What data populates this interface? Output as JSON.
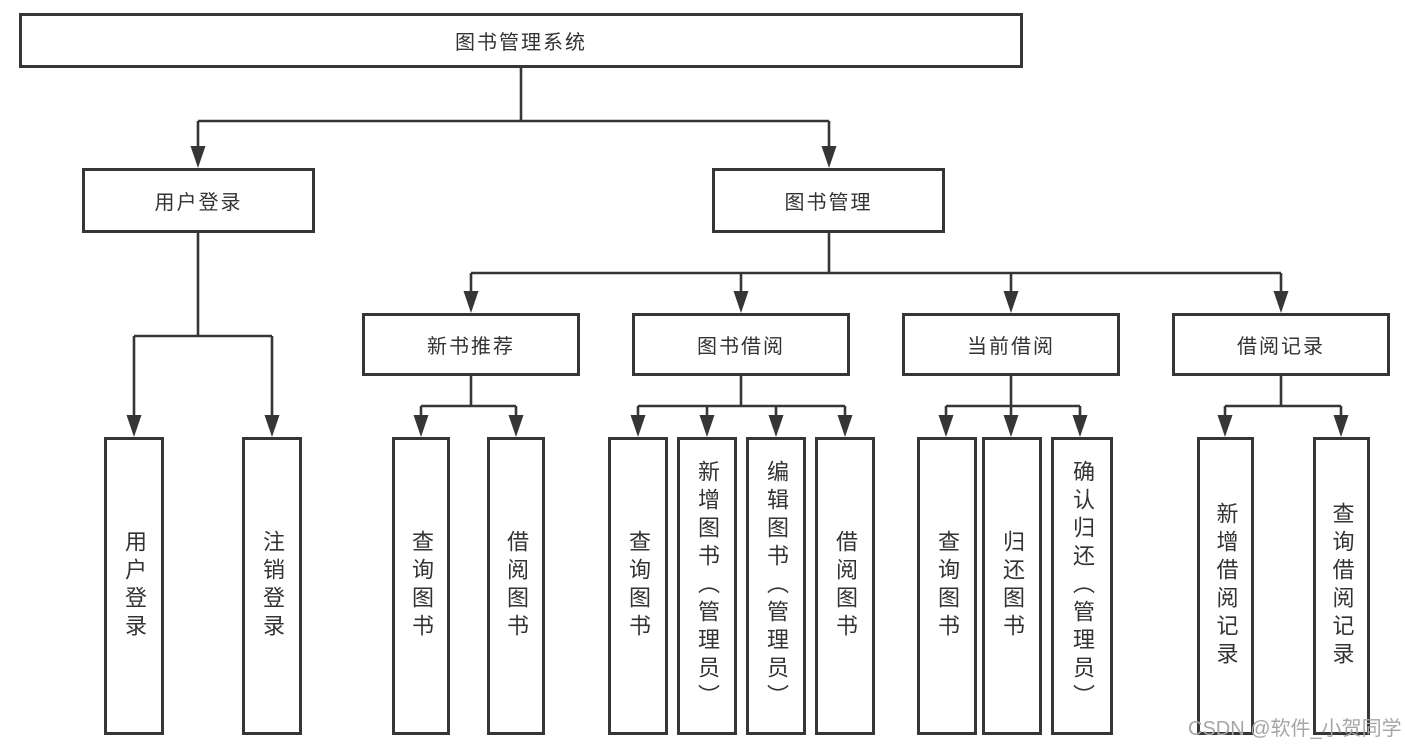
{
  "diagram": {
    "root": {
      "label": "图书管理系统"
    },
    "level2": [
      {
        "label": "用户登录"
      },
      {
        "label": "图书管理"
      }
    ],
    "level3": [
      {
        "label": "新书推荐"
      },
      {
        "label": "图书借阅"
      },
      {
        "label": "当前借阅"
      },
      {
        "label": "借阅记录"
      }
    ],
    "leaves": [
      {
        "label": "用户登录"
      },
      {
        "label": "注销登录"
      },
      {
        "label": "查询图书"
      },
      {
        "label": "借阅图书"
      },
      {
        "label": "查询图书"
      },
      {
        "label": "新增图书（管理员）"
      },
      {
        "label": "编辑图书（管理员）"
      },
      {
        "label": "借阅图书"
      },
      {
        "label": "查询图书"
      },
      {
        "label": "归还图书"
      },
      {
        "label": "确认归还（管理员）"
      },
      {
        "label": "新增借阅记录"
      },
      {
        "label": "查询借阅记录"
      }
    ]
  },
  "watermark": {
    "text": "CSDN @软件_小贺同学"
  },
  "colors": {
    "line": "#363636",
    "box_border": "#363636",
    "text": "#333333",
    "background": "#ffffff",
    "watermark": "#a6a6a6"
  }
}
